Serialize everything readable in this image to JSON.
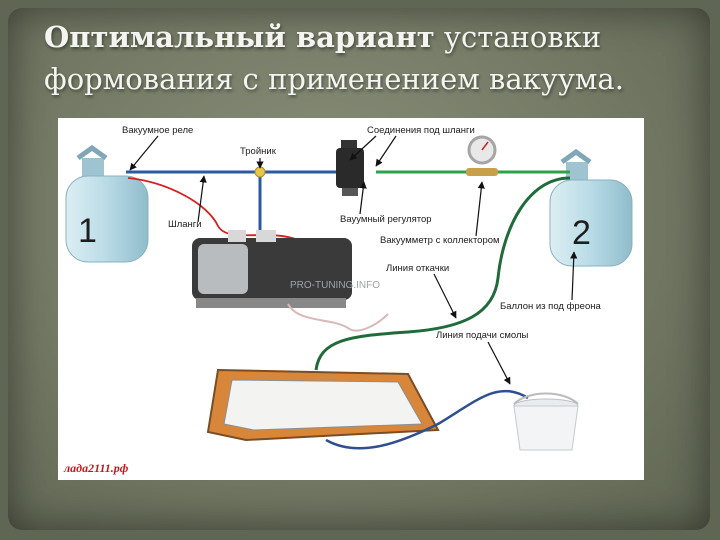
{
  "slide": {
    "title_bold": "Оптимальный вариант",
    "title_rest_line1": " установки",
    "title_line2": "формования с применением вакуума."
  },
  "diagram": {
    "labels": {
      "vacuum_relay": "Вакуумное реле",
      "tee": "Тройник",
      "hose_connections": "Соединения под шланги",
      "hoses": "Шланги",
      "vacuum_regulator": "Вауумный регулятор",
      "vacuum_gauge": "Вакуумметр с коллектором",
      "suction_line": "Линия откачки",
      "freon_cylinder": "Баллон из под фреона",
      "resin_line": "Линия подачи смолы"
    },
    "cylinder_numbers": [
      "1",
      "2"
    ],
    "watermark": "PRO-TUNING.INFO",
    "source": "лада2111.рф"
  },
  "colors": {
    "blue_line": "#2b5aa0",
    "green_line": "#2ca24a",
    "cylinder": "#b9dbe6"
  }
}
